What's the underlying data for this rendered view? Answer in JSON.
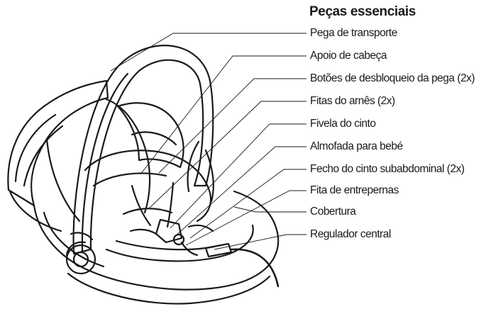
{
  "title": "Peças essenciais",
  "parts": [
    {
      "label": "Pega de transporte"
    },
    {
      "label": "Apoio de cabeça"
    },
    {
      "label": "Botões de desbloqueio da pega (2x)"
    },
    {
      "label": "Fitas do arnês (2x)"
    },
    {
      "label": "Fivela do cinto"
    },
    {
      "label": "Almofada para bebé"
    },
    {
      "label": "Fecho do cinto subabdominal (2x)"
    },
    {
      "label": "Fita de entrepernas"
    },
    {
      "label": "Cobertura"
    },
    {
      "label": "Regulador central"
    }
  ]
}
